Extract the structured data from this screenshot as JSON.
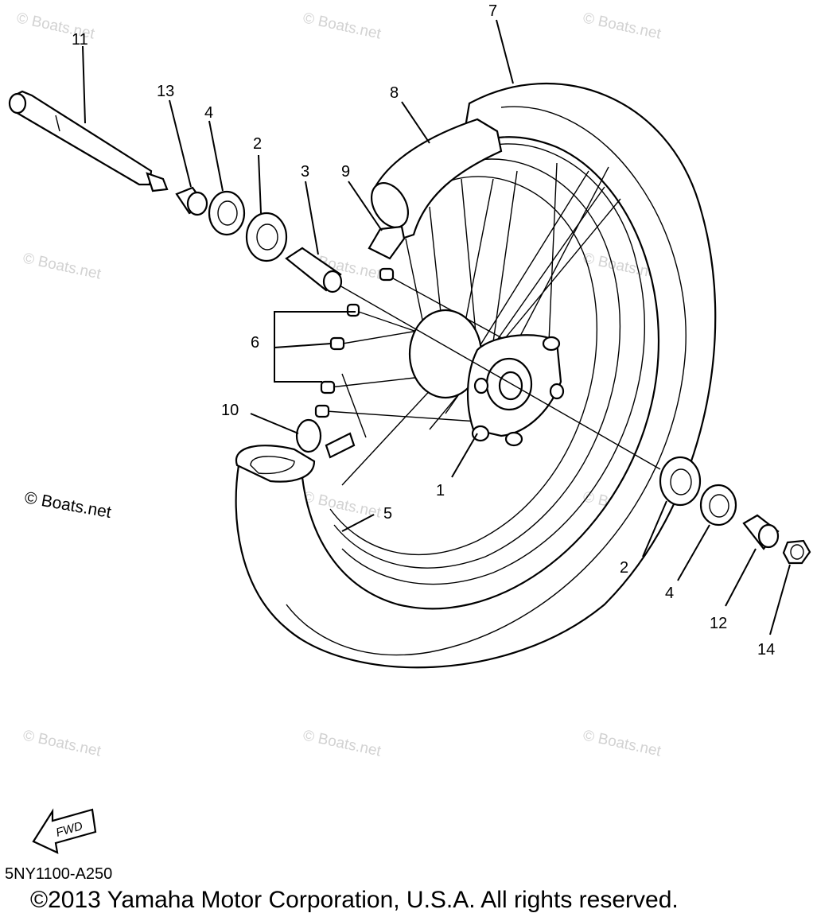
{
  "diagram": {
    "callouts": {
      "c1": "1",
      "c2a": "2",
      "c2b": "2",
      "c3": "3",
      "c4a": "4",
      "c4b": "4",
      "c5": "5",
      "c6": "6",
      "c7": "7",
      "c8": "8",
      "c9": "9",
      "c10": "10",
      "c11": "11",
      "c12": "12",
      "c13": "13",
      "c14": "14"
    },
    "watermark": "© Boats.net",
    "fwd_label": "FWD"
  },
  "footer": {
    "diagram_code": "5NY1100-A250",
    "copyright": "©2013 Yamaha Motor Corporation, U.S.A. All rights reserved."
  }
}
